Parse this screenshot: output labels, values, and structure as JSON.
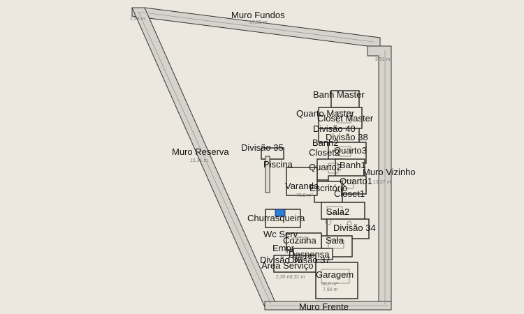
{
  "colors": {
    "background": "#ece8df",
    "wall_outline": "#333333",
    "wall_fill": "#d6d3cc",
    "room_outline": "#222222",
    "pool": "#2a7fd4"
  },
  "walls": {
    "fundos": "Muro Fundos",
    "reserva": "Muro Reserva",
    "vizinho": "Muro Vizinho",
    "frente": "Muro Frente"
  },
  "rooms": {
    "banh_master": "Banh Master",
    "quarto_master": "Quarto Master",
    "closet_master": "Closet Master",
    "divisao_40": "Divisão 40",
    "divisao_38": "Divisão 38",
    "banh2": "Banh2",
    "closet2": "Closet2",
    "quarto3": "Quarto3",
    "divisao_35": "Divisão 35",
    "piscina": "Piscina",
    "quarto2": "Quarto2",
    "banh1": "Banh1",
    "quarto1": "Quarto1",
    "varanda": "Varanda",
    "escritorio": "Escritório",
    "closet1": "Closet1",
    "sala2": "Sala2",
    "churrasqueira": "Churrasqueira",
    "divisao_34": "Divisão 34",
    "wc_serv": "Wc Serv",
    "cozinha": "Cozinha",
    "sala": "Sala",
    "empr": "Empr",
    "despensa": "Despensa",
    "divisao_36": "Divisão 36",
    "divisao_37": "Divisão 37",
    "area_servico": "Área Serviço",
    "garagem": "Garagem"
  },
  "dimensions": {
    "fundos_len": "17,50 m",
    "corner_tl": "2,53 m",
    "vizinho_len": "13,37 m",
    "corner_r": "3,51 m",
    "reserva_len": "15,31 m",
    "varanda_area": "76,9 m²",
    "garagem_area": "36,0 m²",
    "garagem_dim": "7,90 m",
    "bottom_left": "2,35 m",
    "bottom_mid": "2,31 m"
  }
}
